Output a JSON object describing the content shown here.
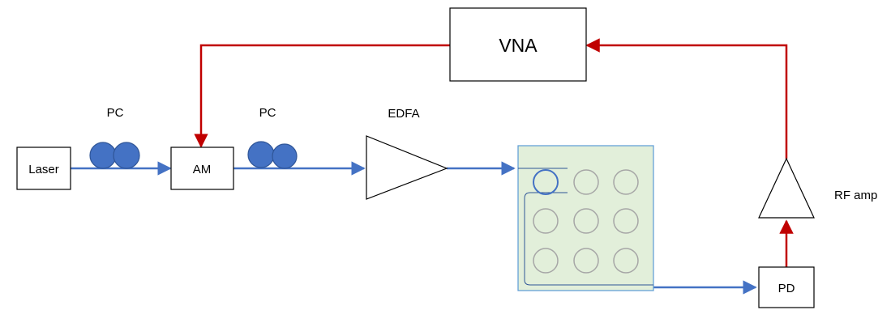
{
  "diagram": {
    "laser": "Laser",
    "am": "AM",
    "pc_left": "PC",
    "pc_right": "PC",
    "edfa": "EDFA",
    "vna": "VNA",
    "rf_amp": "RF amp",
    "pd": "PD"
  },
  "colors": {
    "optical": "#4472C4",
    "electrical": "#C00000",
    "chip_fill": "#E2EFDA",
    "chip_border": "#5B9BD5",
    "ring_active": "#4472C4",
    "ring_idle": "#A6A6A6",
    "pc_fill": "#4472C4"
  }
}
